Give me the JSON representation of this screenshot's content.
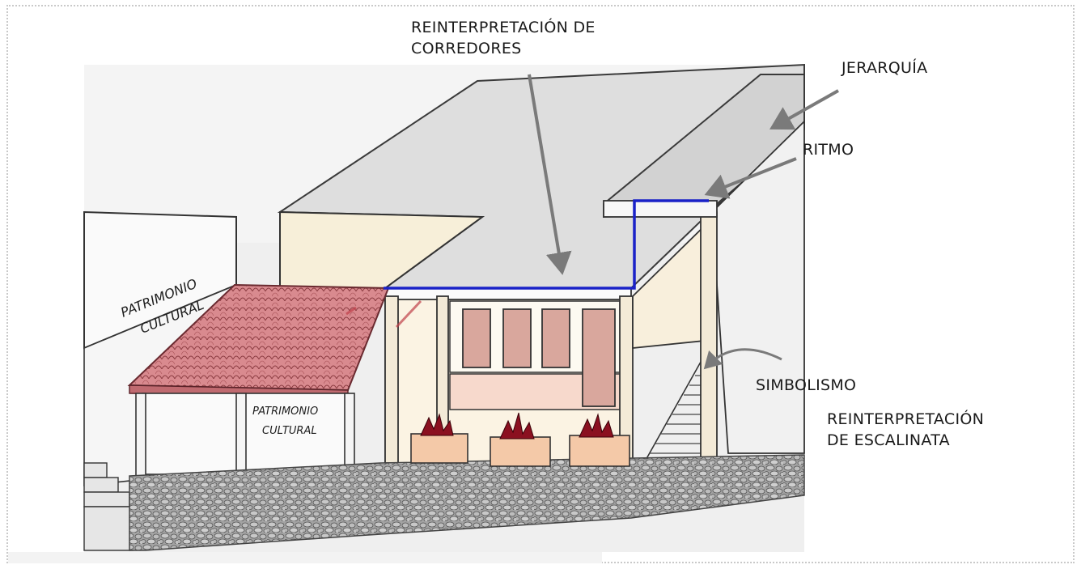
{
  "annotations": {
    "corredores": [
      "REINTERPRETACIÓN DE",
      "CORREDORES"
    ],
    "jerarquia": "JERARQUÍA",
    "ritmo": "RITMO",
    "simbolismo": "SIMBOLISMO",
    "escalinata": [
      "REINTERPRETACIÓN",
      "DE ESCALINATA"
    ]
  },
  "sketch_text": {
    "wall_sign": [
      "PATRIMONIO",
      "CULTURAL"
    ],
    "porch_sign": [
      "PATRIMONIO",
      "CULTURAL"
    ]
  },
  "colors": {
    "roof_tiles": "#d98a8f",
    "highlight_line": "#1a22c8",
    "arrow": "#7a7a7a",
    "ground": "#9a9a9a"
  }
}
